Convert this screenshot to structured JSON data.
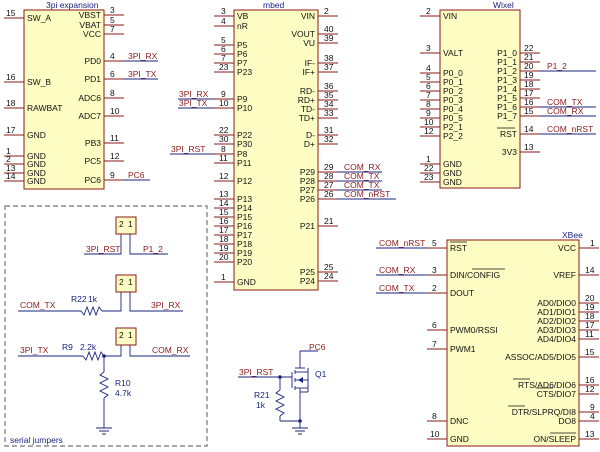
{
  "chips": [
    {
      "id": "3pi",
      "title": "3pi expansion",
      "left_pins": [
        {
          "name": "SW_A",
          "num": "15"
        },
        {
          "name": "SW_B",
          "num": "16"
        },
        {
          "name": "RAWBAT",
          "num": "18"
        },
        {
          "name": "GND",
          "num": "17"
        },
        {
          "name": "GND",
          "num": "1"
        },
        {
          "name": "GND",
          "num": "2"
        },
        {
          "name": "GND",
          "num": "13"
        },
        {
          "name": "GND",
          "num": "14"
        }
      ],
      "right_pins": [
        {
          "name": "VBST",
          "num": "3"
        },
        {
          "name": "VBAT",
          "num": "5"
        },
        {
          "name": "VCC",
          "num": "7"
        },
        {
          "name": "PD0",
          "num": "4",
          "net": "3PI_RX"
        },
        {
          "name": "PD1",
          "num": "6",
          "net": "3PI_TX"
        },
        {
          "name": "ADC6",
          "num": "8"
        },
        {
          "name": "ADC7",
          "num": "10"
        },
        {
          "name": "PB3",
          "num": "11"
        },
        {
          "name": "PC5",
          "num": "12"
        },
        {
          "name": "PC6",
          "num": "9",
          "net": "PC6"
        }
      ]
    },
    {
      "id": "mbed",
      "title": "mbed",
      "left_pins": [
        {
          "name": "VB",
          "num": "3"
        },
        {
          "name": "nR",
          "num": "4"
        },
        {
          "name": "P5",
          "num": "5"
        },
        {
          "name": "P6",
          "num": "6"
        },
        {
          "name": "P7",
          "num": "7"
        },
        {
          "name": "P23",
          "num": "23"
        },
        {
          "name": "P9",
          "num": "9",
          "net": "3PI_RX"
        },
        {
          "name": "P10",
          "num": "10",
          "net": "3PI_TX"
        },
        {
          "name": "P22",
          "num": "22"
        },
        {
          "name": "P30",
          "num": "30"
        },
        {
          "name": "P8",
          "num": "8",
          "net": "3PI_RST"
        },
        {
          "name": "P11",
          "num": "11"
        },
        {
          "name": "P12",
          "num": "12"
        },
        {
          "name": "P13",
          "num": "13"
        },
        {
          "name": "P14",
          "num": "14"
        },
        {
          "name": "P15",
          "num": "15"
        },
        {
          "name": "P16",
          "num": "16"
        },
        {
          "name": "P17",
          "num": "17"
        },
        {
          "name": "P18",
          "num": "18"
        },
        {
          "name": "P19",
          "num": "19"
        },
        {
          "name": "P20",
          "num": "20"
        },
        {
          "name": "GND",
          "num": "1"
        }
      ],
      "right_pins": [
        {
          "name": "VIN",
          "num": "2"
        },
        {
          "name": "VOUT",
          "num": "40"
        },
        {
          "name": "VU",
          "num": "39"
        },
        {
          "name": "IF-",
          "num": "38"
        },
        {
          "name": "IF+",
          "num": "37"
        },
        {
          "name": "RD-",
          "num": "36"
        },
        {
          "name": "RD+",
          "num": "35"
        },
        {
          "name": "TD-",
          "num": "34"
        },
        {
          "name": "TD+",
          "num": "33"
        },
        {
          "name": "D-",
          "num": "31"
        },
        {
          "name": "D+",
          "num": "32"
        },
        {
          "name": "P29",
          "num": "29",
          "net": "COM_RX"
        },
        {
          "name": "P28",
          "num": "28",
          "net": "COM_TX"
        },
        {
          "name": "P27",
          "num": "27",
          "net": "COM_TX"
        },
        {
          "name": "P26",
          "num": "26",
          "net": "COM_nRST"
        },
        {
          "name": "P21",
          "num": "21"
        },
        {
          "name": "P25",
          "num": "25"
        },
        {
          "name": "P24",
          "num": "24"
        }
      ]
    },
    {
      "id": "wixel",
      "title": "Wixel",
      "left_pins": [
        {
          "name": "VIN",
          "num": "2"
        },
        {
          "name": "VALT",
          "num": "3"
        },
        {
          "name": "P0_0",
          "num": "4"
        },
        {
          "name": "P0_1",
          "num": "5"
        },
        {
          "name": "P0_2",
          "num": "6"
        },
        {
          "name": "P0_3",
          "num": "7"
        },
        {
          "name": "P0_4",
          "num": "8"
        },
        {
          "name": "P0_5",
          "num": "9"
        },
        {
          "name": "P2_1",
          "num": "10"
        },
        {
          "name": "P2_2",
          "num": "12"
        },
        {
          "name": "GND",
          "num": "1"
        },
        {
          "name": "GND",
          "num": "22"
        },
        {
          "name": "GND",
          "num": "23"
        }
      ],
      "right_pins": [
        {
          "name": "P1_0",
          "num": "22"
        },
        {
          "name": "P1_1",
          "num": "21"
        },
        {
          "name": "P1_2",
          "num": "20",
          "net": "P1_2"
        },
        {
          "name": "P1_3",
          "num": "19"
        },
        {
          "name": "P1_4",
          "num": "18"
        },
        {
          "name": "P1_5",
          "num": "17"
        },
        {
          "name": "P1_6",
          "num": "16",
          "net": "COM_TX"
        },
        {
          "name": "P1_7",
          "num": "15",
          "net": "COM_RX"
        },
        {
          "name": "RST",
          "num": "14",
          "net": "COM_nRST"
        },
        {
          "name": "3V3",
          "num": "13"
        }
      ]
    },
    {
      "id": "xbee",
      "title": "XBee",
      "left_pins": [
        {
          "name": "RST",
          "num": "5",
          "net": "COM_nRST"
        },
        {
          "name": "DIN/CONFIG",
          "num": "3",
          "net": "COM_RX"
        },
        {
          "name": "DOUT",
          "num": "2",
          "net": "COM_TX"
        },
        {
          "name": "PWM0/RSSI",
          "num": "6"
        },
        {
          "name": "PWM1",
          "num": "7"
        },
        {
          "name": "DNC",
          "num": "8"
        },
        {
          "name": "GND",
          "num": "10"
        }
      ],
      "right_pins": [
        {
          "name": "VCC",
          "num": "1"
        },
        {
          "name": "VREF",
          "num": "14"
        },
        {
          "name": "AD0/DIO0",
          "num": "20"
        },
        {
          "name": "AD1/DIO1",
          "num": "19"
        },
        {
          "name": "AD2/DIO2",
          "num": "18"
        },
        {
          "name": "AD3/DIO3",
          "num": "17"
        },
        {
          "name": "AD4/DIO4",
          "num": "11"
        },
        {
          "name": "ASSOC/AD5/DIO5",
          "num": "15"
        },
        {
          "name": "RTS/AD6/DIO6",
          "num": "16"
        },
        {
          "name": "CTS/DIO7",
          "num": "12"
        },
        {
          "name": "DTR/SLPRQ/DI8",
          "num": "9"
        },
        {
          "name": "DO8",
          "num": "4"
        },
        {
          "name": "ON/SLEEP",
          "num": "13"
        }
      ]
    }
  ],
  "jumpers": [
    {
      "net_left": "3PI_RST",
      "net_right": "P1_2",
      "pins": [
        "2",
        "1"
      ]
    },
    {
      "net_left": "COM_TX",
      "net_right": "3PI_RX",
      "resistor": "R22",
      "value": "1k",
      "pins": [
        "2",
        "1"
      ]
    },
    {
      "net_left": "3PI_TX",
      "net_right": "COM_RX",
      "resistor": "R9",
      "value": "2.2k",
      "pins": [
        "2",
        "1"
      ]
    }
  ],
  "pulldown": {
    "ref": "R10",
    "value": "4.7k"
  },
  "jumper_box_label": "serial jumpers",
  "mosfet": {
    "ref": "Q1",
    "gate_net": "3PI_RST",
    "drain_net": "PC6",
    "resistor": "R21",
    "value": "1k"
  },
  "colors": {
    "chip_fill": "#fdfdc3",
    "chip_border": "#8b1a1a",
    "wire": "#1a237e",
    "net_label": "#8b1a1a",
    "component_label": "#1a237e"
  }
}
